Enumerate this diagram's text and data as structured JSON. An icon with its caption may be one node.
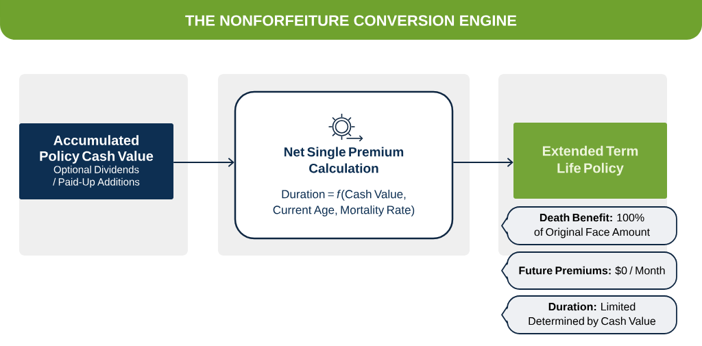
{
  "diagram": {
    "title": "THE NONFORFEITURE CONVERSION ENGINE",
    "nodes": [
      {
        "text": [
          "Accumulated Policy Cash Value",
          "Optional Dividends / Paid-Up Additions"
        ]
      },
      {
        "text": [
          "Net Single Premium Calculation",
          "Duration = *f*(Cash Value, Current Age, Mortality Rate)"
        ]
      },
      {
        "text": [
          "Extended Term Life Policy"
        ]
      },
      {
        "text": [
          "**Death Benefit:** 100% of Original Face Amount"
        ]
      },
      {
        "text": [
          "**Future Premiums:** $0 / Month"
        ]
      },
      {
        "text": [
          "**Duration:** Limited Determined by Cash Value"
        ]
      }
    ],
    "edges": [
      {
        "from": 0,
        "to": 1,
        "arrow": "to"
      },
      {
        "from": 1,
        "to": 2,
        "arrow": "to"
      }
    ]
  }
}
